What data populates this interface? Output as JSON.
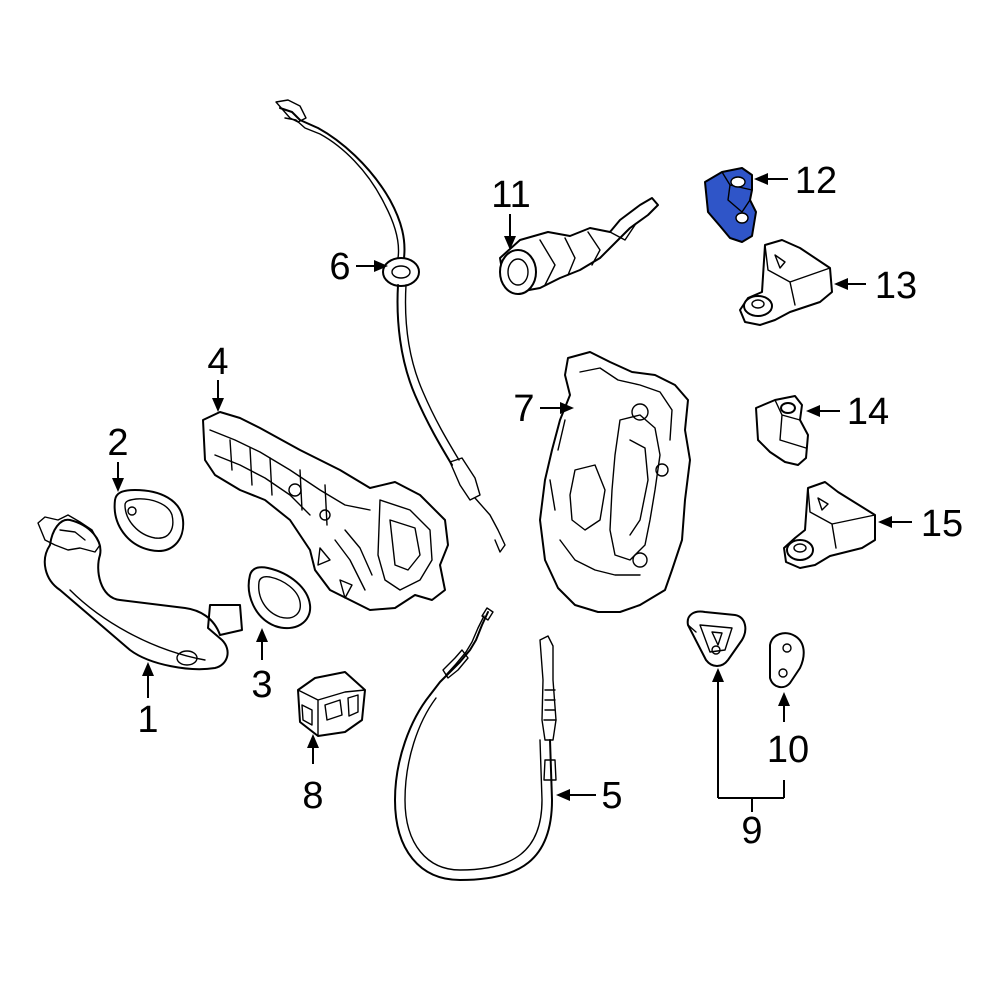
{
  "diagram": {
    "highlight_color": "#2f55c8",
    "callouts": [
      {
        "id": "1",
        "text": "1"
      },
      {
        "id": "2",
        "text": "2"
      },
      {
        "id": "3",
        "text": "3"
      },
      {
        "id": "4",
        "text": "4"
      },
      {
        "id": "5",
        "text": "5"
      },
      {
        "id": "6",
        "text": "6"
      },
      {
        "id": "7",
        "text": "7"
      },
      {
        "id": "8",
        "text": "8"
      },
      {
        "id": "9",
        "text": "9"
      },
      {
        "id": "10",
        "text": "10"
      },
      {
        "id": "11",
        "text": "11"
      },
      {
        "id": "12",
        "text": "12"
      },
      {
        "id": "13",
        "text": "13"
      },
      {
        "id": "14",
        "text": "14"
      },
      {
        "id": "15",
        "text": "15"
      }
    ],
    "highlighted_part": "12"
  }
}
